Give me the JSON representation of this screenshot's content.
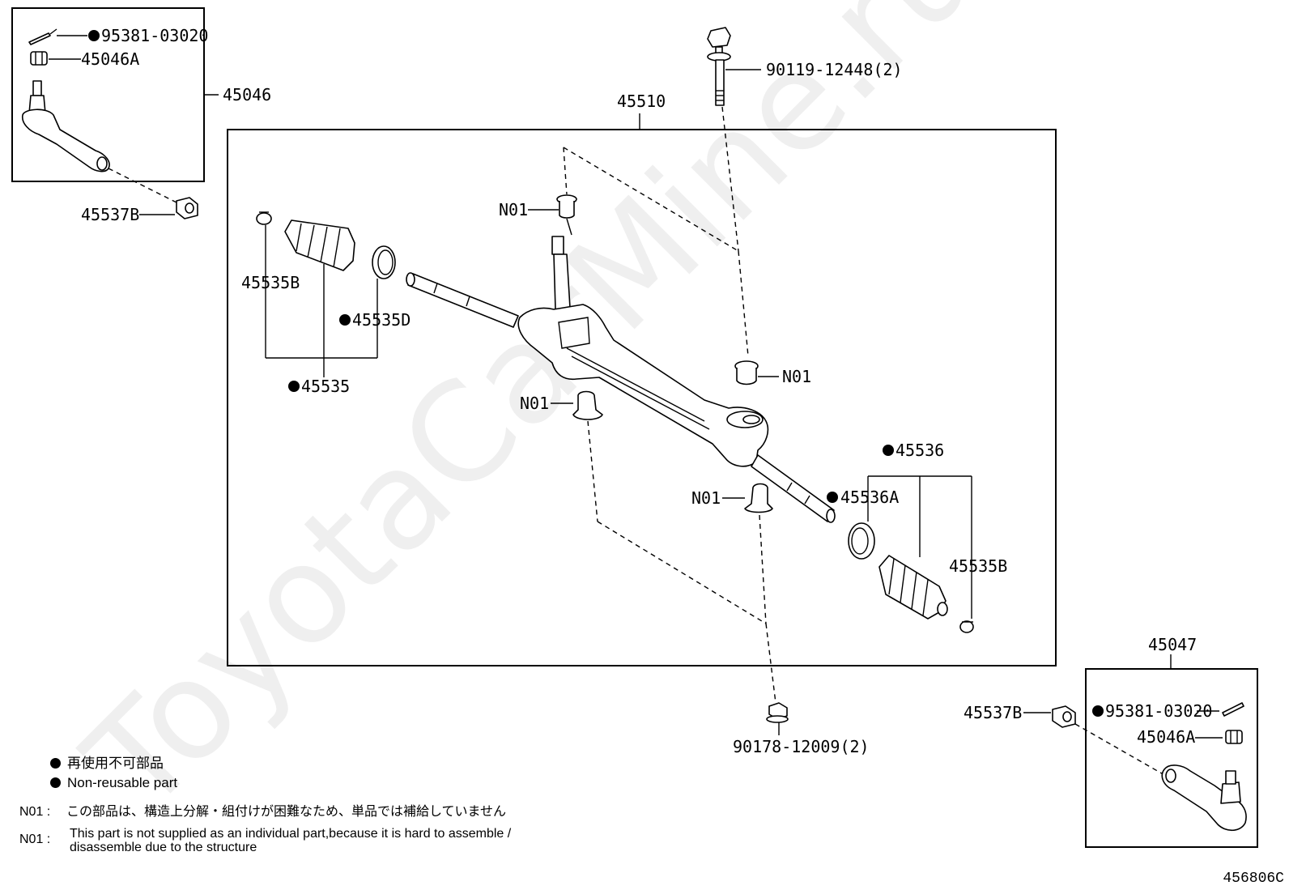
{
  "watermark": "ToyotaCarMine.ru",
  "labels": {
    "cotter_pin_top": "95381-03020",
    "nut_top": "45046A",
    "tie_rod_end_lh": "45046",
    "dust_seal_top": "45537B",
    "gear_assy": "45510",
    "bolt": "90119-12448(2)",
    "n01_top_left": "N01",
    "clip_left": "45535B",
    "clamp_left": "45535D",
    "boot_left": "45535",
    "n01_mid_right": "N01",
    "n01_mid_left": "N01",
    "boot_right": "45536",
    "clamp_right": "45536A",
    "n01_bottom": "N01",
    "clip_right": "45535B",
    "tie_rod_end_rh": "45047",
    "dust_seal_bottom": "45537B",
    "cotter_pin_bottom": "95381-03020",
    "nut_bottom": "45046A",
    "nut_lower": "90178-12009(2)"
  },
  "legend": {
    "jp": "再使用不可部品",
    "en": "Non-reusable part"
  },
  "notes": {
    "key1": "N01 :",
    "jp": "この部品は、構造上分解・組付けが困難なため、単品では補給していません",
    "key2": "N01 :",
    "en_line1": "This part is not supplied as an individual part,because it is hard to assemble /",
    "en_line2": "disassemble due to the structure"
  },
  "catalog_no": "456806C"
}
